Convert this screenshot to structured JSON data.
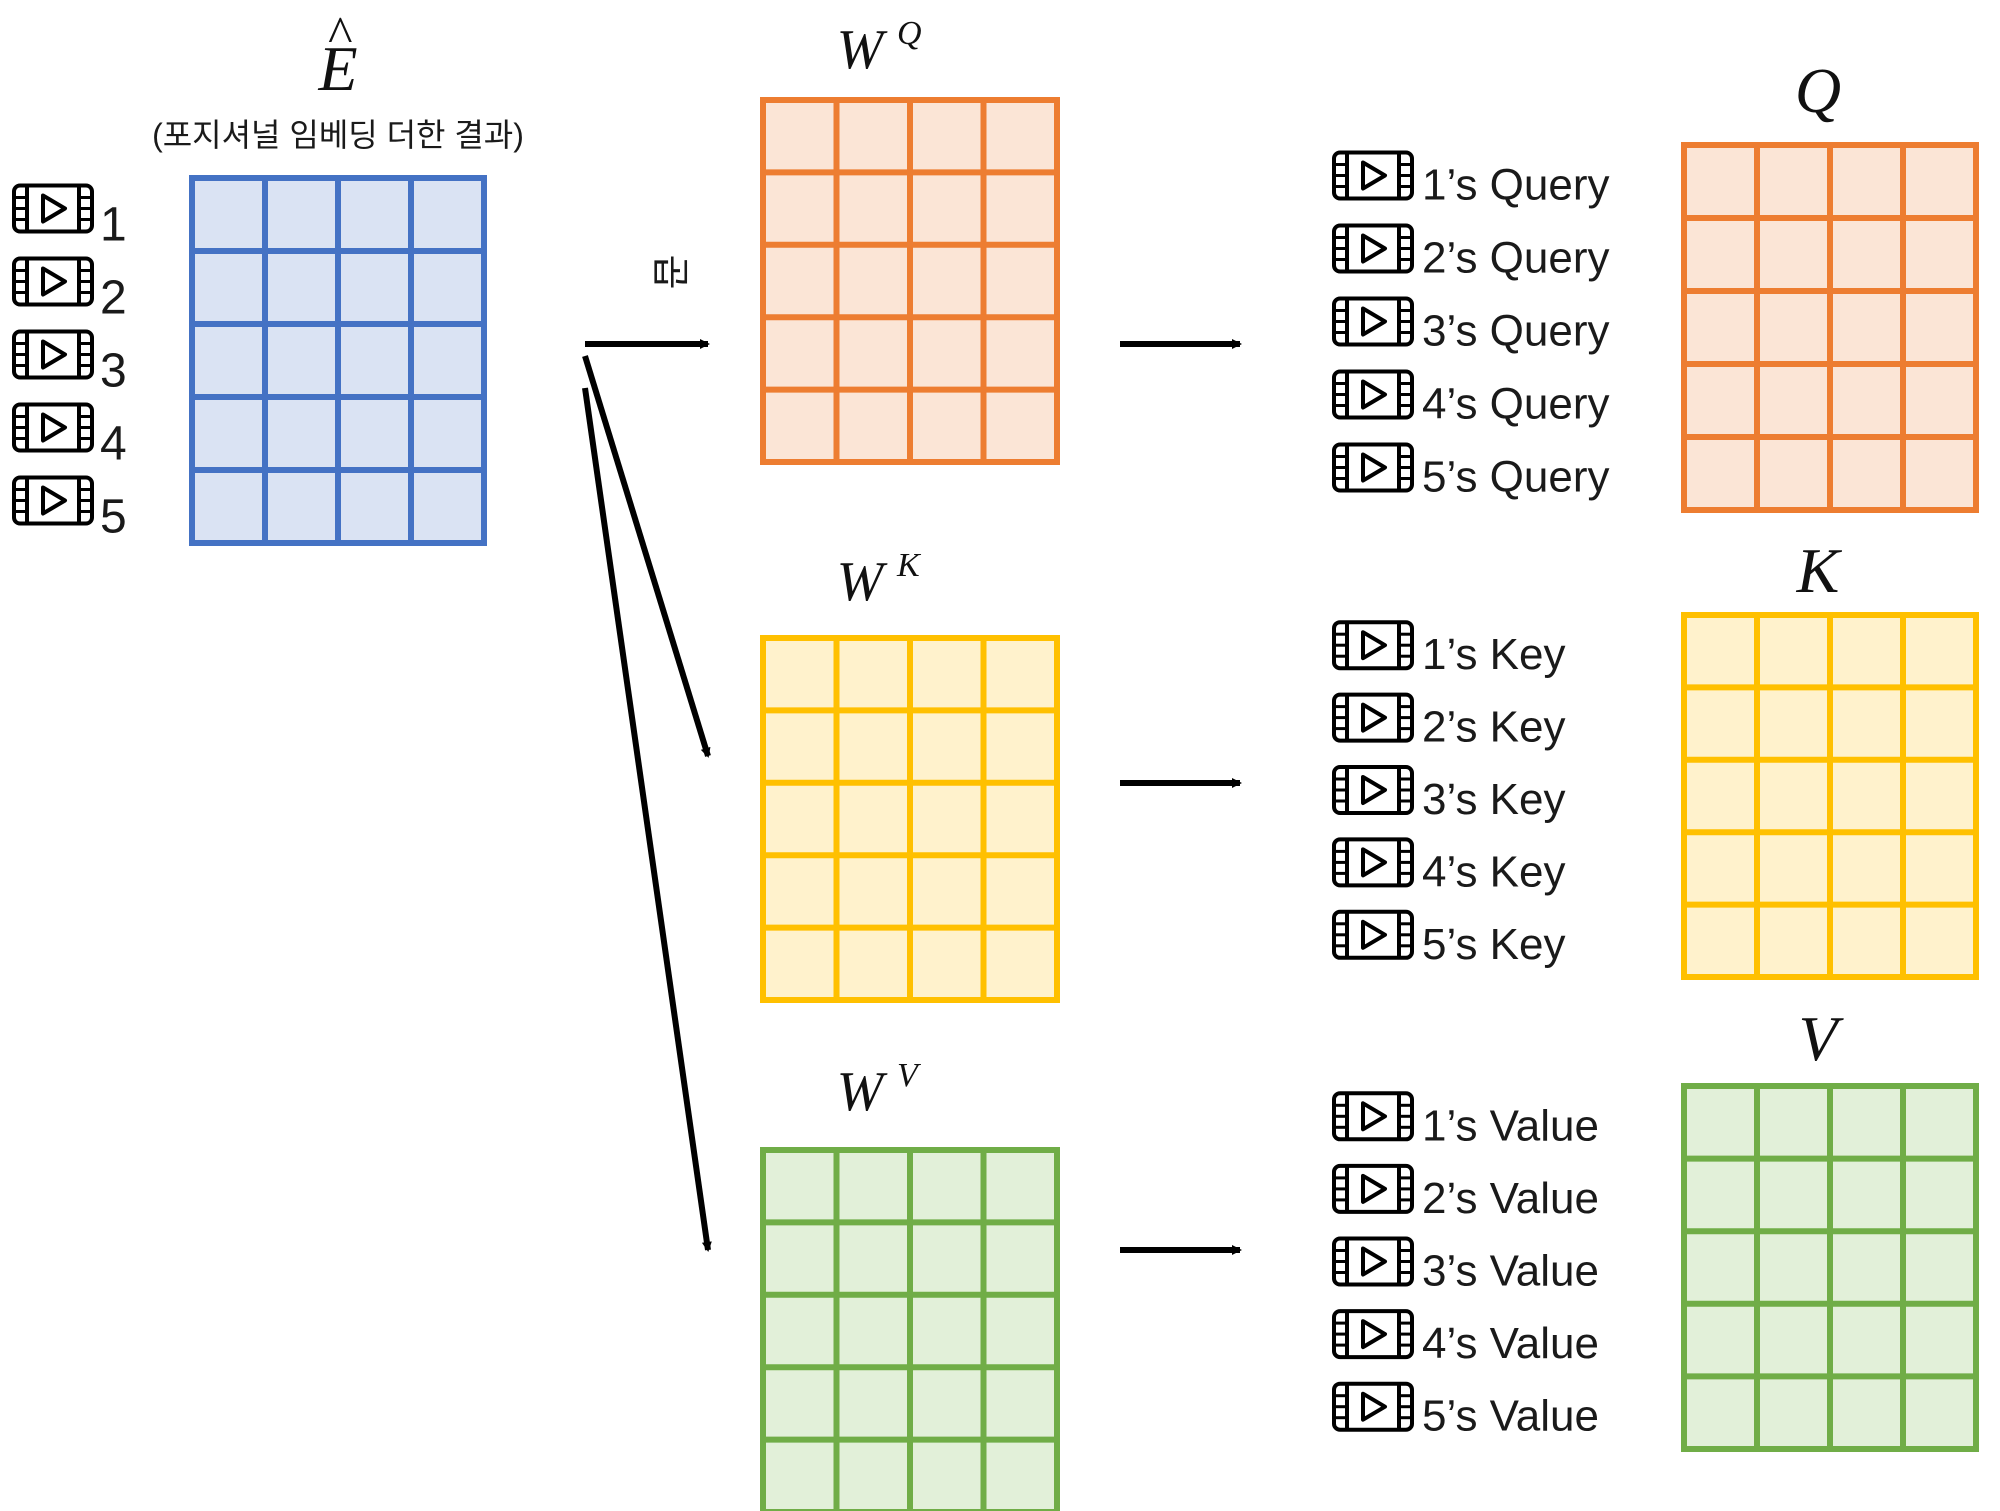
{
  "input": {
    "symbol": "E",
    "hat": "^",
    "caption": "(포지셔널 임베딩 더한 결과)",
    "row_labels": [
      "1",
      "2",
      "3",
      "4",
      "5"
    ]
  },
  "operation_label": "곱",
  "weights": [
    {
      "symbol": "W",
      "superscript": "Q"
    },
    {
      "symbol": "W",
      "superscript": "K"
    },
    {
      "symbol": "W",
      "superscript": "V"
    }
  ],
  "outputs": [
    {
      "symbol": "Q",
      "rows": [
        "1’s Query",
        "2’s Query",
        "3’s Query",
        "4’s Query",
        "5’s Query"
      ]
    },
    {
      "symbol": "K",
      "rows": [
        "1’s Key",
        "2’s Key",
        "3’s Key",
        "4’s Key",
        "5’s Key"
      ]
    },
    {
      "symbol": "V",
      "rows": [
        "1’s Value",
        "2’s Value",
        "3’s Value",
        "4’s Value",
        "5’s Value"
      ]
    }
  ],
  "colors": {
    "input_stroke": "#4472c4",
    "input_fill": "#dae3f3",
    "query_stroke": "#ed7d31",
    "query_fill": "#fbe5d6",
    "key_stroke": "#ffc000",
    "key_fill": "#fff2cc",
    "value_stroke": "#70ad47",
    "value_fill": "#e2f0d9",
    "arrow": "#000000"
  },
  "icons": {
    "row_icon": "video-clip-icon"
  }
}
